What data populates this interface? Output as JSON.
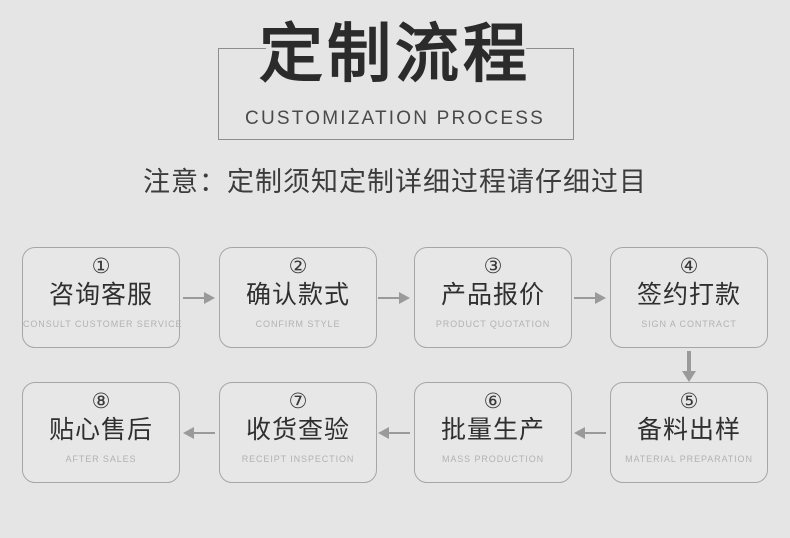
{
  "header": {
    "title_cn": "定制流程",
    "title_en": "CUSTOMIZATION PROCESS",
    "notice": "注意：定制须知定制详细过程请仔细过目"
  },
  "colors": {
    "background": "#e5e5e5",
    "box_fill": "#e7e7e7",
    "box_border": "#a6a6a6",
    "title_text": "#2b2b2b",
    "subtitle_text": "#4a4a4a",
    "en_label_text": "#b2b2b2",
    "arrow": "#9a9a9a",
    "frame_border": "#8e8e8e"
  },
  "flow": {
    "top_row": [
      {
        "number": "①",
        "cn": "咨询客服",
        "en": "CONSULT CUSTOMER SERVICE"
      },
      {
        "number": "②",
        "cn": "确认款式",
        "en": "CONFIRM STYLE"
      },
      {
        "number": "③",
        "cn": "产品报价",
        "en": "PRODUCT QUOTATION"
      },
      {
        "number": "④",
        "cn": "签约打款",
        "en": "SIGN A CONTRACT"
      }
    ],
    "bottom_row": [
      {
        "number": "⑧",
        "cn": "贴心售后",
        "en": "AFTER SALES"
      },
      {
        "number": "⑦",
        "cn": "收货查验",
        "en": "RECEIPT INSPECTION"
      },
      {
        "number": "⑥",
        "cn": "批量生产",
        "en": "MASS PRODUCTION"
      },
      {
        "number": "⑤",
        "cn": "备料出样",
        "en": "MATERIAL PREPARATION"
      }
    ],
    "connectors": [
      {
        "icon": "arrow-right-icon",
        "from": "①",
        "to": "②"
      },
      {
        "icon": "arrow-right-icon",
        "from": "②",
        "to": "③"
      },
      {
        "icon": "arrow-right-icon",
        "from": "③",
        "to": "④"
      },
      {
        "icon": "arrow-down-icon",
        "from": "④",
        "to": "⑤"
      },
      {
        "icon": "arrow-left-icon",
        "from": "⑤",
        "to": "⑥"
      },
      {
        "icon": "arrow-left-icon",
        "from": "⑥",
        "to": "⑦"
      },
      {
        "icon": "arrow-left-icon",
        "from": "⑦",
        "to": "⑧"
      }
    ]
  }
}
